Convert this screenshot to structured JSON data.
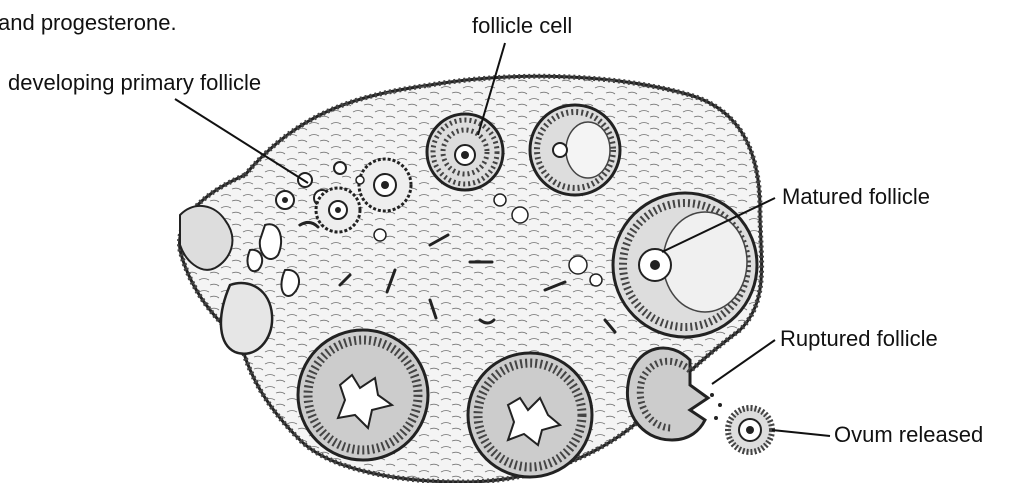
{
  "figure": {
    "top_cut_text": "and progesterone.",
    "labels": {
      "follicle_cell": "follicle cell",
      "developing_primary_follicle": "developing primary follicle",
      "matured_follicle": "Matured follicle",
      "ruptured_follicle": "Ruptured follicle",
      "ovum_released": "Ovum released"
    }
  }
}
